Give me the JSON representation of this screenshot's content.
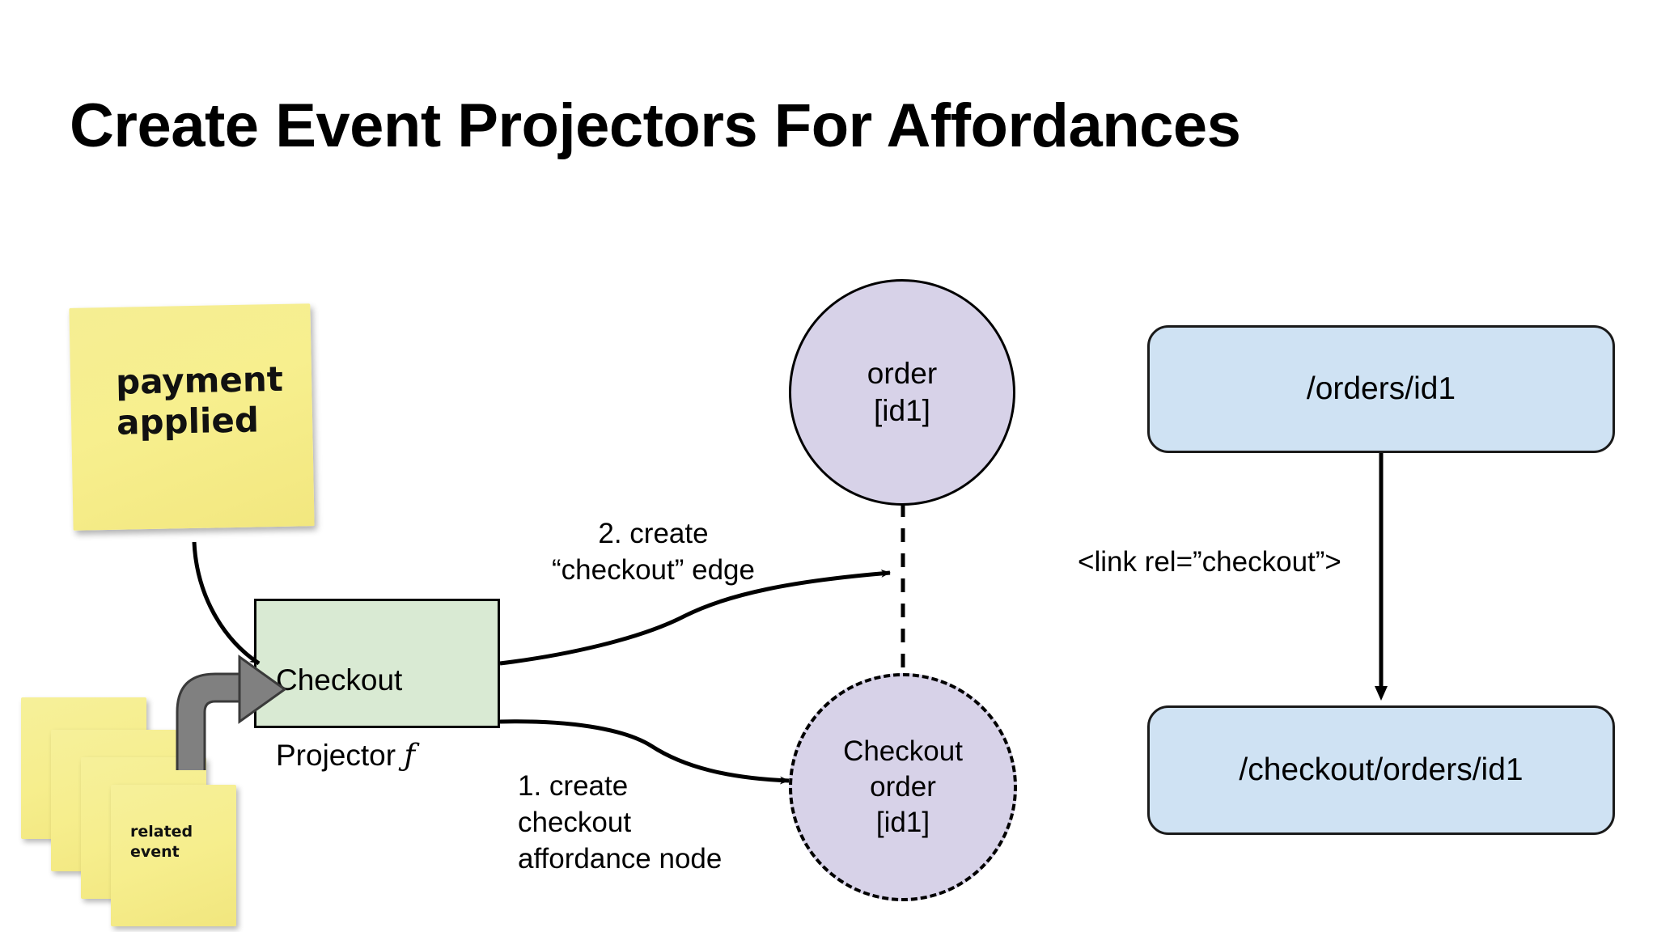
{
  "slide": {
    "title": "Create Event Projectors For Affordances",
    "background_color": "#ffffff"
  },
  "sticky_note": {
    "text": "payment\napplied",
    "color": "#f5ee8e"
  },
  "sticky_stack": {
    "count": 4,
    "front_note_text": "related\nevent",
    "color": "#f5ee8e"
  },
  "projector": {
    "label_line1": "Checkout",
    "label_line2": "Projector ",
    "function_symbol": "ƒ",
    "fill_color": "#d9ead3",
    "border_color": "#000000"
  },
  "nodes": {
    "order": {
      "label": "order\n[id1]",
      "fill_color": "#d7d2e8",
      "border_style": "solid"
    },
    "checkout_order": {
      "label": "Checkout\norder\n[id1]",
      "fill_color": "#d7d2e8",
      "border_style": "dashed"
    }
  },
  "api_resources": [
    {
      "path": "/orders/id1",
      "fill_color": "#cfe2f3"
    },
    {
      "path": "/checkout/orders/id1",
      "fill_color": "#cfe2f3"
    }
  ],
  "labels": {
    "step2": "2. create\n“checkout” edge",
    "step1": "1. create\ncheckout\naffordance node",
    "link_rel": "<link rel=”checkout”>"
  },
  "connectors": {
    "event_to_projector": "curved-arrow",
    "stack_to_projector": "thick-gray-elbow-arrow",
    "projector_to_edge": "curved-arrow",
    "projector_to_node": "curved-arrow",
    "node_link_edge": "dashed-line",
    "resource_link": "straight-arrow"
  }
}
